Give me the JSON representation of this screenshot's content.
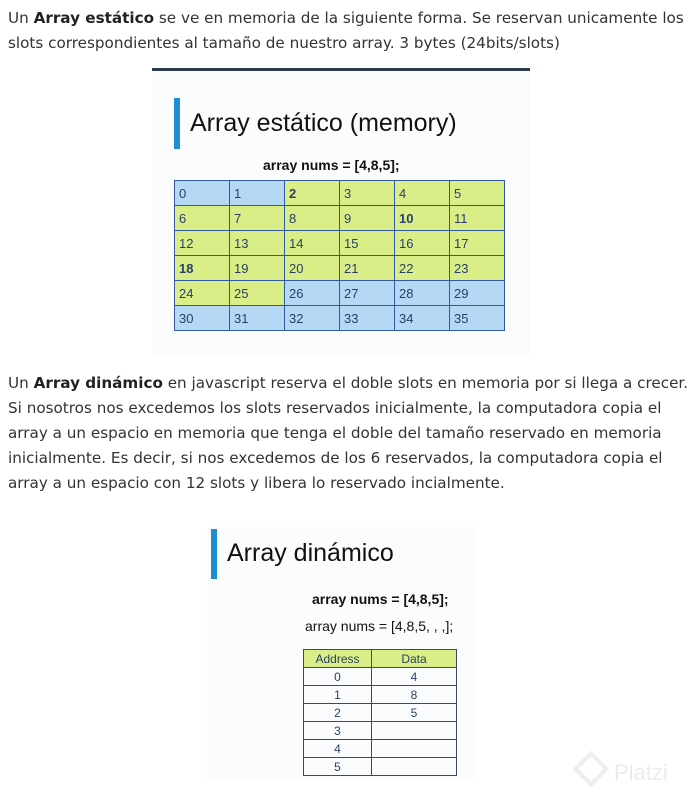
{
  "paragraph1": {
    "before": "Un ",
    "bold": "Array estático",
    "after": " se ve en memoria de la siguiente forma. Se reservan unicamente los slots correspondientes al tamaño de nuestro array. 3 bytes (24bits/slots)"
  },
  "figure_static": {
    "title": "Array estático (memory)",
    "code": "array nums = [4,8,5];",
    "grid": [
      [
        {
          "v": "0",
          "c": "blue"
        },
        {
          "v": "1",
          "c": "blue"
        },
        {
          "v": "2",
          "c": "green",
          "b": true
        },
        {
          "v": "3",
          "c": "green"
        },
        {
          "v": "4",
          "c": "green"
        },
        {
          "v": "5",
          "c": "green"
        }
      ],
      [
        {
          "v": "6",
          "c": "green"
        },
        {
          "v": "7",
          "c": "green"
        },
        {
          "v": "8",
          "c": "green"
        },
        {
          "v": "9",
          "c": "green"
        },
        {
          "v": "10",
          "c": "green",
          "b": true
        },
        {
          "v": "11",
          "c": "green"
        }
      ],
      [
        {
          "v": "12",
          "c": "green"
        },
        {
          "v": "13",
          "c": "green"
        },
        {
          "v": "14",
          "c": "green"
        },
        {
          "v": "15",
          "c": "green"
        },
        {
          "v": "16",
          "c": "green"
        },
        {
          "v": "17",
          "c": "green"
        }
      ],
      [
        {
          "v": "18",
          "c": "green",
          "b": true
        },
        {
          "v": "19",
          "c": "green"
        },
        {
          "v": "20",
          "c": "green"
        },
        {
          "v": "21",
          "c": "green"
        },
        {
          "v": "22",
          "c": "green"
        },
        {
          "v": "23",
          "c": "green"
        }
      ],
      [
        {
          "v": "24",
          "c": "green"
        },
        {
          "v": "25",
          "c": "green"
        },
        {
          "v": "26",
          "c": "blue"
        },
        {
          "v": "27",
          "c": "blue"
        },
        {
          "v": "28",
          "c": "blue"
        },
        {
          "v": "29",
          "c": "blue"
        }
      ],
      [
        {
          "v": "30",
          "c": "blue"
        },
        {
          "v": "31",
          "c": "blue"
        },
        {
          "v": "32",
          "c": "blue"
        },
        {
          "v": "33",
          "c": "blue"
        },
        {
          "v": "34",
          "c": "blue"
        },
        {
          "v": "35",
          "c": "blue"
        }
      ]
    ]
  },
  "paragraph2": {
    "before": "Un ",
    "bold": "Array dinámico",
    "after": " en javascript reserva el doble slots en memoria por si llega a crecer. Si nosotros nos excedemos los slots reservados inicialmente, la computadora copia el array a un espacio en memoria que tenga el doble del tamaño reservado en memoria inicialmente. Es decir, si nos excedemos de los 6 reservados, la computadora copia el array a un espacio con 12 slots y libera lo reservado incialmente."
  },
  "figure_dynamic": {
    "title": "Array dinámico",
    "code1": "array nums = [4,8,5];",
    "code2": "array nums = [4,8,5, , ,];",
    "headers": [
      "Address",
      "Data"
    ],
    "rows": [
      [
        "0",
        "4"
      ],
      [
        "1",
        "8"
      ],
      [
        "2",
        "5"
      ],
      [
        "3",
        ""
      ],
      [
        "4",
        ""
      ],
      [
        "5",
        ""
      ]
    ]
  },
  "watermark": "Platzi",
  "colors": {
    "accent": "#1f8ed0",
    "cell_blue": "#b5d9f5",
    "cell_green": "#d9ee86",
    "grid_line": "#2f5aa0"
  }
}
